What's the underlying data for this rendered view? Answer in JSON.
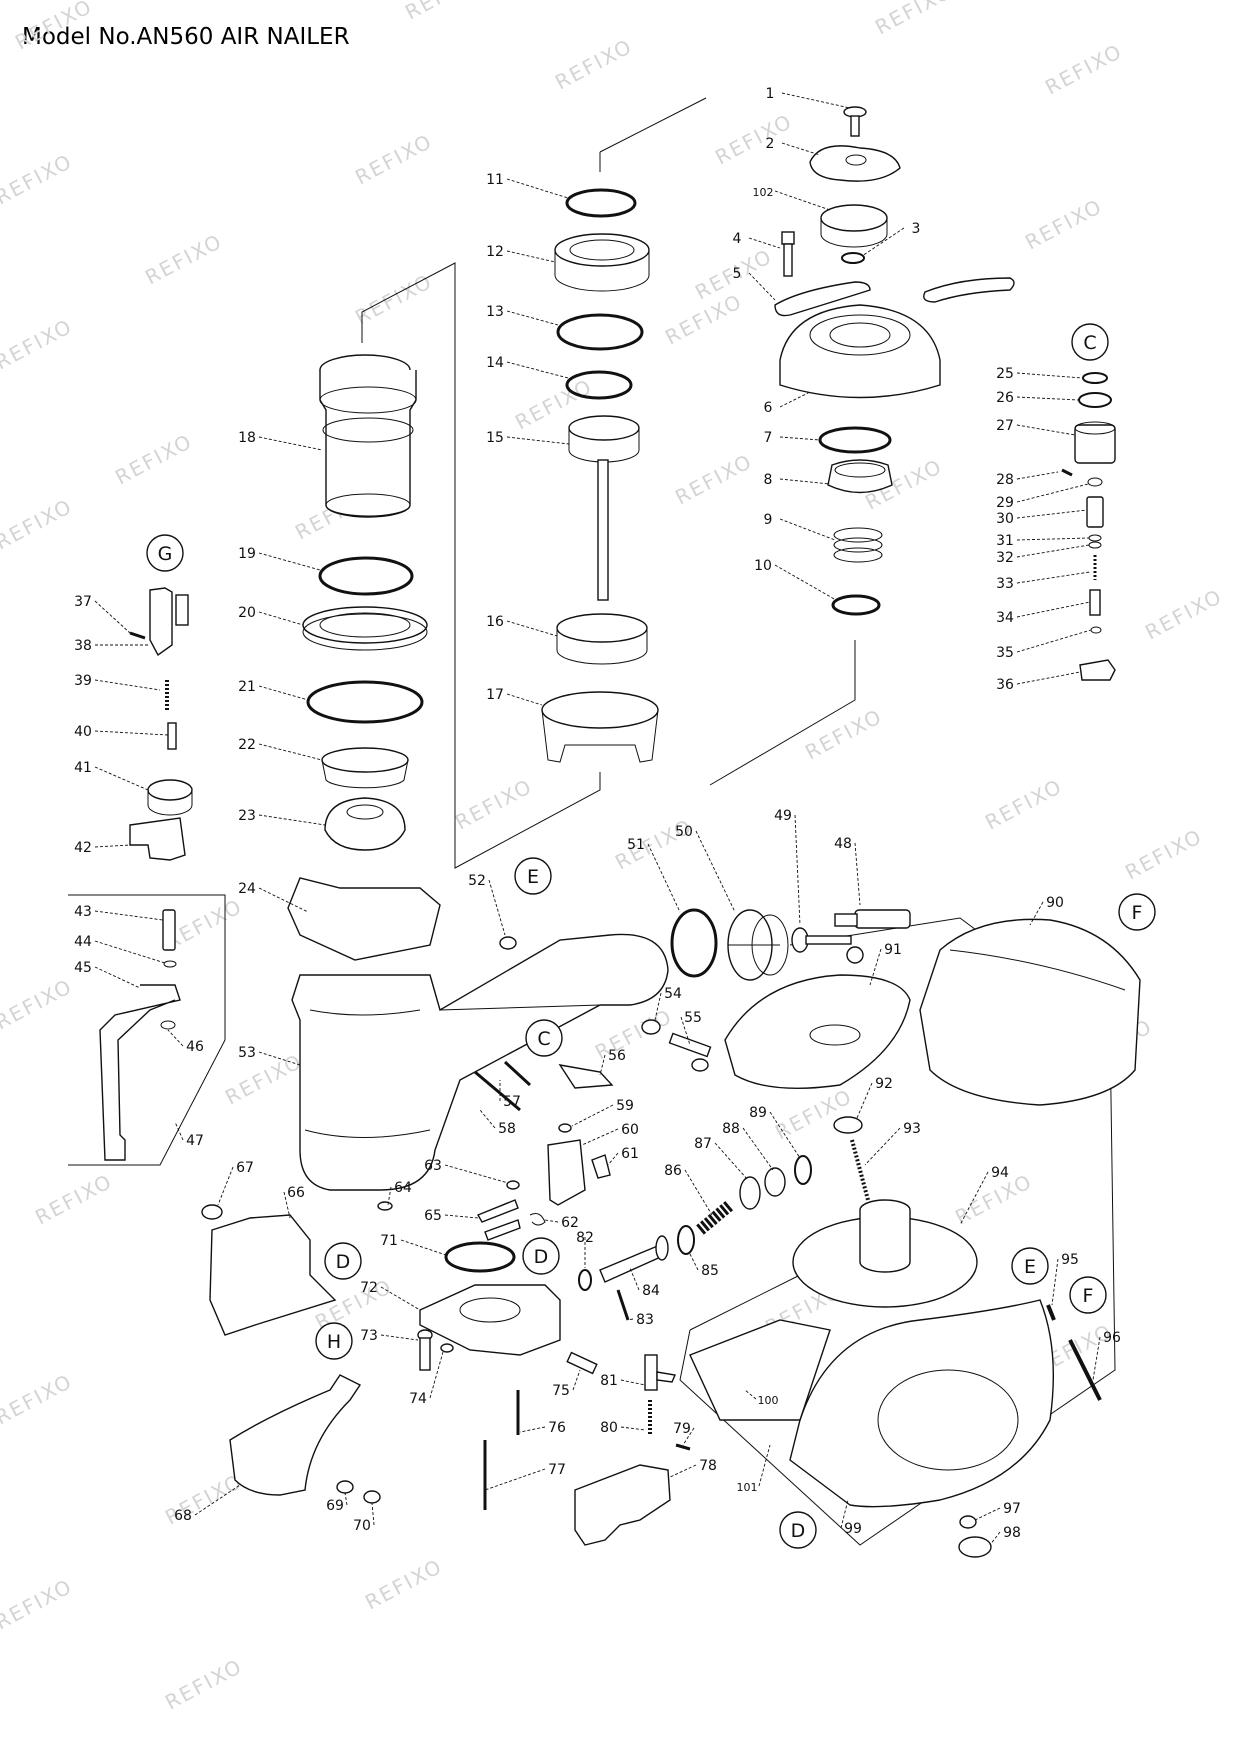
{
  "title": "Model No.AN560 AIR NAILER",
  "watermark": "REFIXO",
  "callouts": [
    "C",
    "G",
    "E",
    "F",
    "C",
    "D",
    "D",
    "H",
    "E",
    "F",
    "D"
  ],
  "parts": [
    "1",
    "2",
    "102",
    "3",
    "4",
    "5",
    "6",
    "7",
    "8",
    "9",
    "10",
    "11",
    "12",
    "13",
    "14",
    "15",
    "16",
    "17",
    "18",
    "19",
    "20",
    "21",
    "22",
    "23",
    "24",
    "25",
    "26",
    "27",
    "28",
    "29",
    "30",
    "31",
    "32",
    "33",
    "34",
    "35",
    "36",
    "37",
    "38",
    "39",
    "40",
    "41",
    "42",
    "43",
    "44",
    "45",
    "46",
    "47",
    "48",
    "49",
    "50",
    "51",
    "52",
    "53",
    "54",
    "55",
    "56",
    "57",
    "58",
    "59",
    "60",
    "61",
    "62",
    "63",
    "64",
    "65",
    "66",
    "67",
    "68",
    "69",
    "70",
    "71",
    "72",
    "73",
    "74",
    "75",
    "76",
    "77",
    "78",
    "79",
    "80",
    "81",
    "82",
    "83",
    "84",
    "85",
    "86",
    "87",
    "88",
    "89",
    "90",
    "91",
    "92",
    "93",
    "94",
    "95",
    "96",
    "97",
    "98",
    "99",
    "100",
    "101"
  ]
}
